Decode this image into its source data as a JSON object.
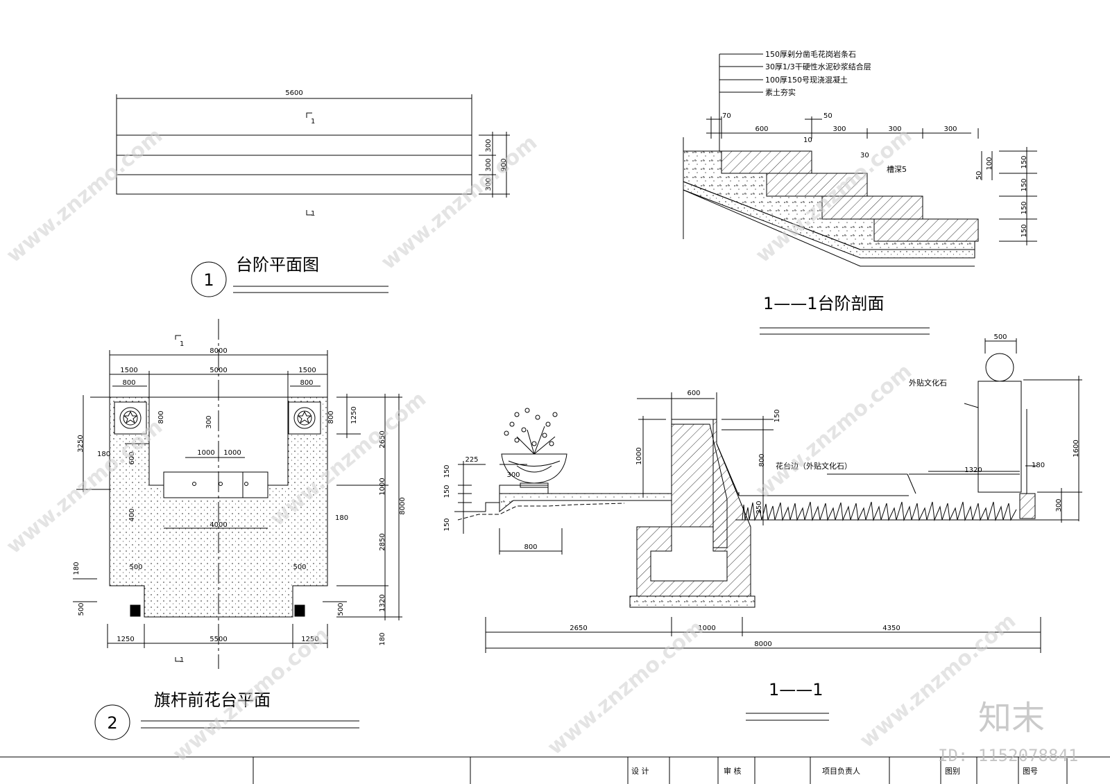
{
  "drawing1": {
    "title": "台阶平面图",
    "number": "1",
    "dims": {
      "total": "5600",
      "d1": "300",
      "d2": "300",
      "d3": "300",
      "total_v": "900"
    },
    "cut_top": "1",
    "cut_bottom": "1"
  },
  "drawing2": {
    "title": "1——1台阶剖面",
    "notes": [
      "150厚剁分凿毛花岗岩条石",
      "30厚1/3干硬性水泥砂浆结合层",
      "100厚150号现浇混凝土",
      "素土夯实"
    ],
    "dims": {
      "a": "70",
      "b": "50",
      "c": "600",
      "d": "300",
      "e": "300",
      "f": "300",
      "g": "10",
      "h": "30",
      "i": "100",
      "j": "50",
      "k": "150",
      "l": "150",
      "m": "150",
      "n": "150"
    },
    "groove": "槽深5"
  },
  "drawing3": {
    "title": "旗杆前花台平面",
    "number": "2",
    "cut_top": "1",
    "cut_bottom": "1",
    "dims": {
      "top_total": "8000",
      "top_a": "1500",
      "top_b": "5000",
      "top_c": "1500",
      "sq_l": "800",
      "sq_r": "800",
      "inner_a": "800",
      "inner_b": "300",
      "right_a": "800",
      "left_total": "3250",
      "left_180": "180",
      "left_600": "600",
      "left_400": "400",
      "c1": "1000",
      "c2": "1000",
      "c4000": "4000",
      "r180": "180",
      "r1250": "1250",
      "r2650": "2650",
      "r1000": "1000",
      "r2850": "2850",
      "r1320": "1320",
      "r180b": "180",
      "r500": "500",
      "r8000": "8000",
      "l180": "180",
      "l500": "500",
      "b500l": "500",
      "b500r": "500",
      "bot_a": "1250",
      "bot_b": "5500",
      "bot_c": "1250"
    }
  },
  "drawing4": {
    "title": "1——1",
    "labels": {
      "culture_stone": "外贴文化石",
      "bed_edge": "花台边（外贴文化石）"
    },
    "dims": {
      "w600": "600",
      "w500": "500",
      "h150": "150",
      "h800": "800",
      "h1000": "1000",
      "h1600": "1600",
      "h300": "300",
      "w1320": "1320",
      "w180": "180",
      "w225": "225",
      "w300": "300",
      "h150b": "150",
      "h150c": "150",
      "h150d": "150",
      "h250": "250",
      "w800": "800",
      "b2650": "2650",
      "b1000": "1000",
      "b4350": "4350",
      "b8000": "8000"
    }
  },
  "title_block": {
    "design": "设 计",
    "review": "审 核",
    "manager": "项目负责人",
    "drawing_no_label": "图别",
    "sheet_no_label": "图号"
  },
  "watermark": {
    "site": "www.znzmo.com",
    "logo": "知末",
    "id": "ID: 1152078841"
  }
}
